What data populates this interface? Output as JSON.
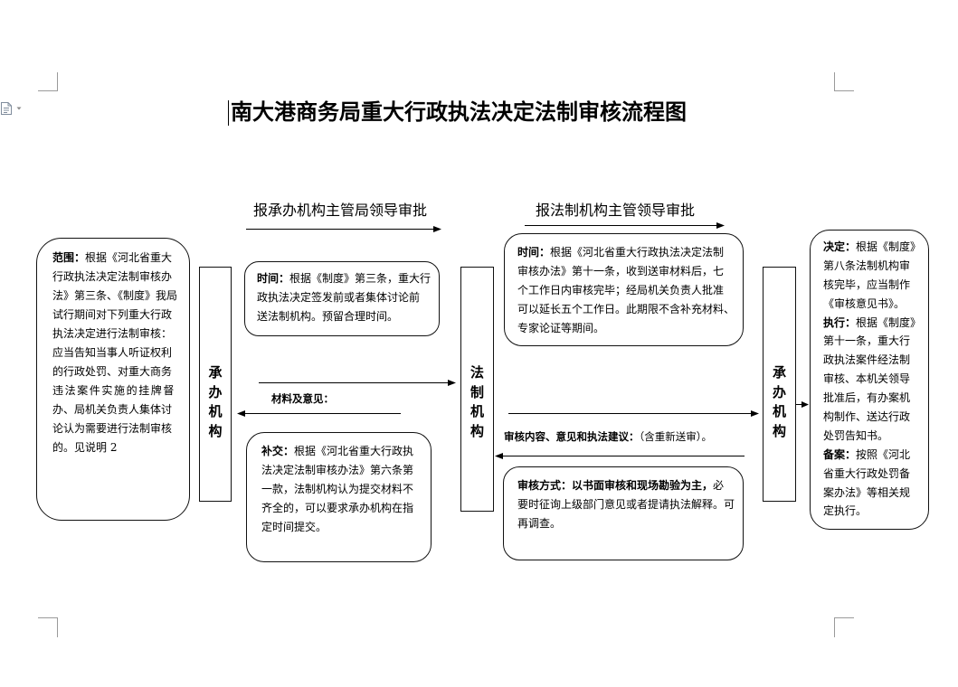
{
  "document": {
    "title": "南大港商务局重大行政执法决定法制审核流程图"
  },
  "flow": {
    "top_labels": {
      "handling_leader_approval": "报承办机构主管局领导审批",
      "legal_leader_approval": "报法制机构主管领导审批"
    },
    "units": {
      "handling_left": "承办机构",
      "legal": "法制机构",
      "handling_right": "承办机构"
    },
    "scope_box": {
      "label": "范围：",
      "lines": [
        "根据《河北省重大",
        "行政执法决定法制审核办",
        "法》第三条、《制度》我局",
        "试行期间对下列重大行政",
        "执法决定进行法制审核：",
        "应当告知当事人听证权利",
        "的行政处罚、对重大商务",
        "违法案件实施的挂牌督",
        "办、局机关负责人集体讨",
        "论认为需要进行法制审核",
        "的。见说明 2"
      ]
    },
    "submit_time_box": {
      "label": "时间：",
      "lines": [
        "根据《制度》第三条，重大行",
        "政执法决定签发前或者集体讨论前",
        "送法制机构。预留合理时间。"
      ]
    },
    "supplement_box": {
      "label": "补交：",
      "lines": [
        "根据《河北省重大行政执",
        "法决定法制审核办法》第六条第",
        "一款，法制机构认为提交材料不",
        "齐全的，可以要求承办机构在指",
        "定时间提交。"
      ]
    },
    "review_time_box": {
      "label": "时间：",
      "lines": [
        "根据《河北省重大行政执法决定法制",
        "审核办法》第十一条，收到送审材料后，七",
        "个工作日内审核完毕；经局机关负责人批准",
        "可以延长五个工作日。此期限不含补充材料、",
        "专家论证等期间。"
      ]
    },
    "review_method_box": {
      "label": "审核方式：",
      "emphasis": "以书面审核和现场勘验为主，",
      "lines": [
        "必",
        "要时征询上级部门意见或者提请执法解释。可",
        "再调查。"
      ]
    },
    "decision_box": {
      "decision": {
        "label": "决定：",
        "lines": [
          "根据《制度》",
          "第八条法制机构审",
          "核完毕，应当制作",
          "《审核意见书》。"
        ]
      },
      "execution": {
        "label": "执行：",
        "lines": [
          "根据《制度》",
          "第十一条，重大行",
          "政执法案件经法制",
          "审核、本机关领导",
          "批准后，有办案机",
          "构制作、送达行政",
          "处罚告知书。"
        ]
      },
      "filing": {
        "label": "备案：",
        "lines": [
          "按照《河北",
          "省重大行政处罚备",
          "案办法》等相关规",
          "定执行。"
        ]
      }
    },
    "connector_labels": {
      "materials_and_opinions": "材料及意见：",
      "review_result": {
        "bold": "审核内容、意见和执法建议：",
        "normal": "（含重新送审）。"
      }
    }
  },
  "icons": {
    "margin_icon": "document-icon",
    "margin_icon_menu": "dropdown-arrow-icon"
  },
  "colors": {
    "ink": "#000000",
    "crop_marks": "#9a9a9a",
    "page": "#ffffff"
  }
}
